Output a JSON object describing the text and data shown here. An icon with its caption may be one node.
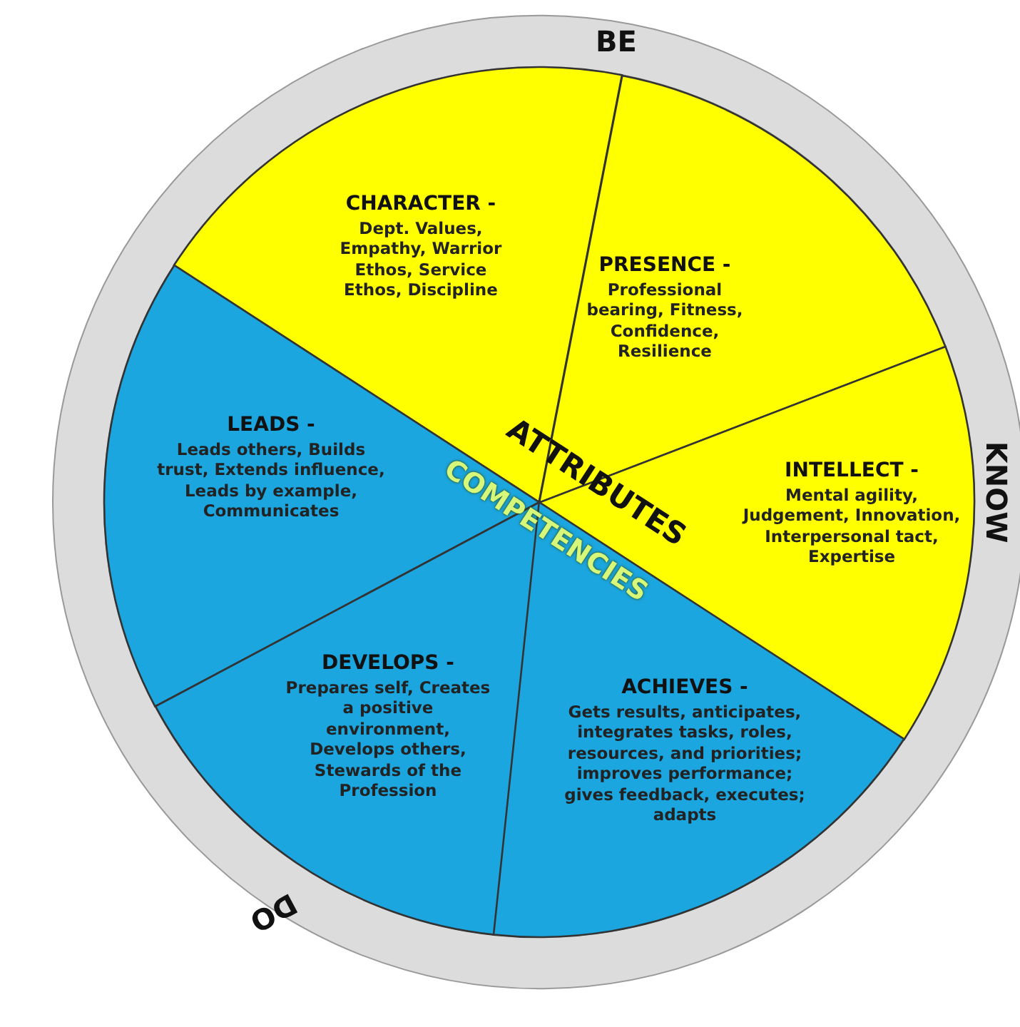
{
  "diagram": {
    "nodes": [
      {
        "text": [
          "CHARACTER -",
          "Dept. Values, Empathy, Warrior Ethos, Service Ethos, Discipline"
        ]
      },
      {
        "text": [
          "PRESENCE -",
          "Professional bearing, Fitness, Confidence, Resilience"
        ]
      },
      {
        "text": [
          "INTELLECT -",
          "Mental agility, Judgement, Innovation, Interpersonal tact, Expertise"
        ]
      },
      {
        "text": [
          "LEADS -",
          "Leads others, Builds trust, Extends influence, Leads by example, Communicates"
        ]
      },
      {
        "text": [
          "DEVELOPS -",
          "Prepares self, Creates a positive environment, Develops others, Stewards of the Profession"
        ]
      },
      {
        "text": [
          "ACHIEVES -",
          "Gets results, anticipates, integrates tasks, roles, resources, and priorities; improves performance; gives feedback, executes; adapts"
        ]
      }
    ],
    "labels": [
      "BE",
      "ATTRIBUTES",
      "COMPETENCIES",
      "KNOW",
      "DO"
    ]
  }
}
